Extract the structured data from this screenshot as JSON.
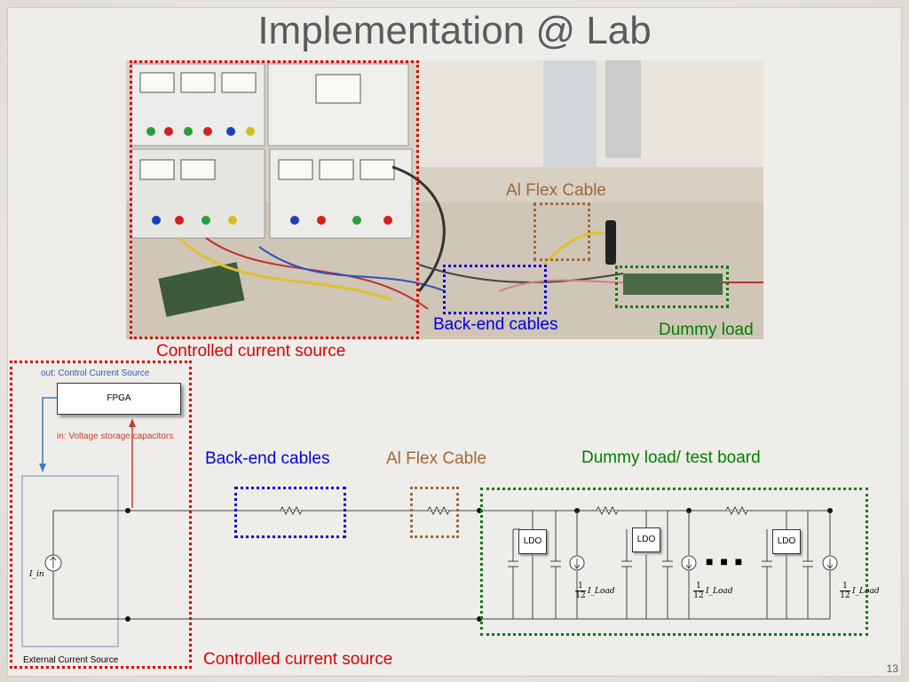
{
  "title": "Implementation @ Lab",
  "page_number": "13",
  "photo_labels": {
    "al_flex_cable": "Al Flex Cable",
    "back_end_cables": "Back-end cables",
    "dummy_load": "Dummy load",
    "controlled_current_source": "Controlled current source"
  },
  "schematic": {
    "out_label": "out: Control Current Source",
    "fpga_label": "FPGA",
    "in_label": "in: Voltage storage capacitors",
    "external_source_label": "External Current Source",
    "iin_label": "I_in",
    "back_end_cables": "Back-end cables",
    "al_flex_cable": "Al Flex Cable",
    "dummy_load_test_board": "Dummy load/ test board",
    "controlled_current_source": "Controlled current source",
    "ldo_label": "LDO",
    "load_fraction_num": "1",
    "load_fraction_den": "12",
    "load_current": "I_Load",
    "ellipsis": "■ ■ ■"
  },
  "colors": {
    "red": "#dd0000",
    "blue": "#0000dd",
    "brown": "#a0683a",
    "green": "#008000"
  }
}
